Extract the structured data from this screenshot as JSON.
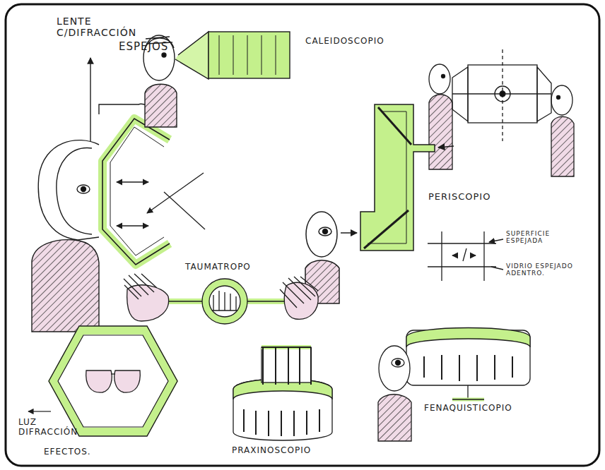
{
  "diagram": {
    "labels": [
      "LENTE C/DIFRACCIÓN",
      "ESPEJOS",
      "CALEIDOSCOPIO",
      "PERISCOPIO",
      "SUPERFICIE ESPEJADA",
      "VIDRIO ESPEJADO ADENTRO.",
      "TAUMATROPO",
      "LUZ DIFRACCIÓN",
      "EFECTOS.",
      "PRAXINOSCOPIO",
      "FENAQUISTICOPIO"
    ]
  }
}
